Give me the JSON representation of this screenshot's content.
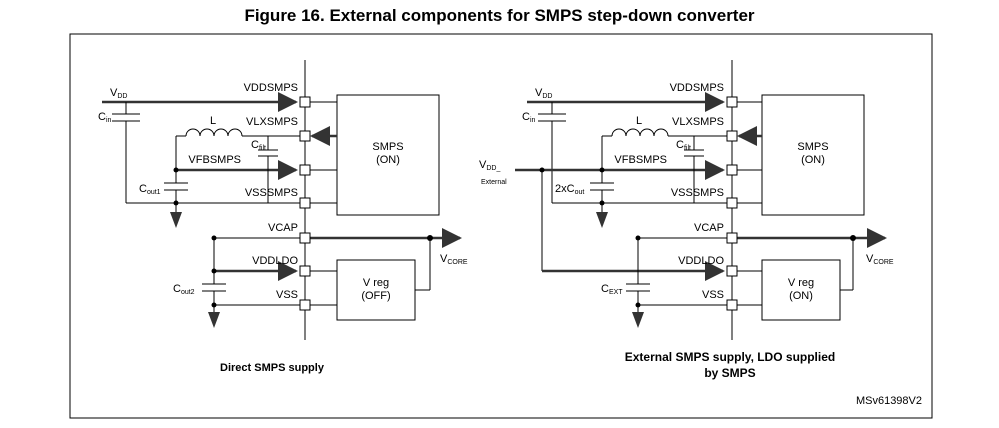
{
  "figure": {
    "title": "Figure 16. External components for SMPS step-down converter",
    "ref": "MSv61398V2"
  },
  "left": {
    "caption": "Direct SMPS supply",
    "pins": [
      "VDDSMPS",
      "VLXSMPS",
      "VFBSMPS",
      "VSSSMPS",
      "VCAP",
      "VDDLDO",
      "VSS"
    ],
    "smps_name": "SMPS",
    "smps_state": "(ON)",
    "vreg_name": "V reg",
    "vreg_state": "(OFF)",
    "vdd": "V",
    "vdd_sub": "DD",
    "cin": "C",
    "cin_sub": "in",
    "inductor": "L",
    "cfilt": "C",
    "cfilt_sub": "filt",
    "cout": "C",
    "cout_sub": "out1",
    "cout2": "C",
    "cout2_sub": "out2",
    "vcore": "V",
    "vcore_sub": "CORE"
  },
  "right": {
    "caption_line1": "External SMPS supply, LDO supplied",
    "caption_line2": "by SMPS",
    "pins": [
      "VDDSMPS",
      "VLXSMPS",
      "VFBSMPS",
      "VSSSMPS",
      "VCAP",
      "VDDLDO",
      "VSS"
    ],
    "smps_name": "SMPS",
    "smps_state": "(ON)",
    "vreg_name": "V reg",
    "vreg_state": "(ON)",
    "vdd": "V",
    "vdd_sub": "DD",
    "cin": "C",
    "cin_sub": "in",
    "inductor": "L",
    "cfilt": "C",
    "cfilt_sub": "filt",
    "cout": "2xC",
    "cout_sub": "out",
    "cext": "C",
    "cext_sub": "EXT",
    "vdd_ext": "V",
    "vdd_ext_sub": "DD_",
    "vdd_ext_line2": "External",
    "vcore": "V",
    "vcore_sub": "CORE"
  }
}
